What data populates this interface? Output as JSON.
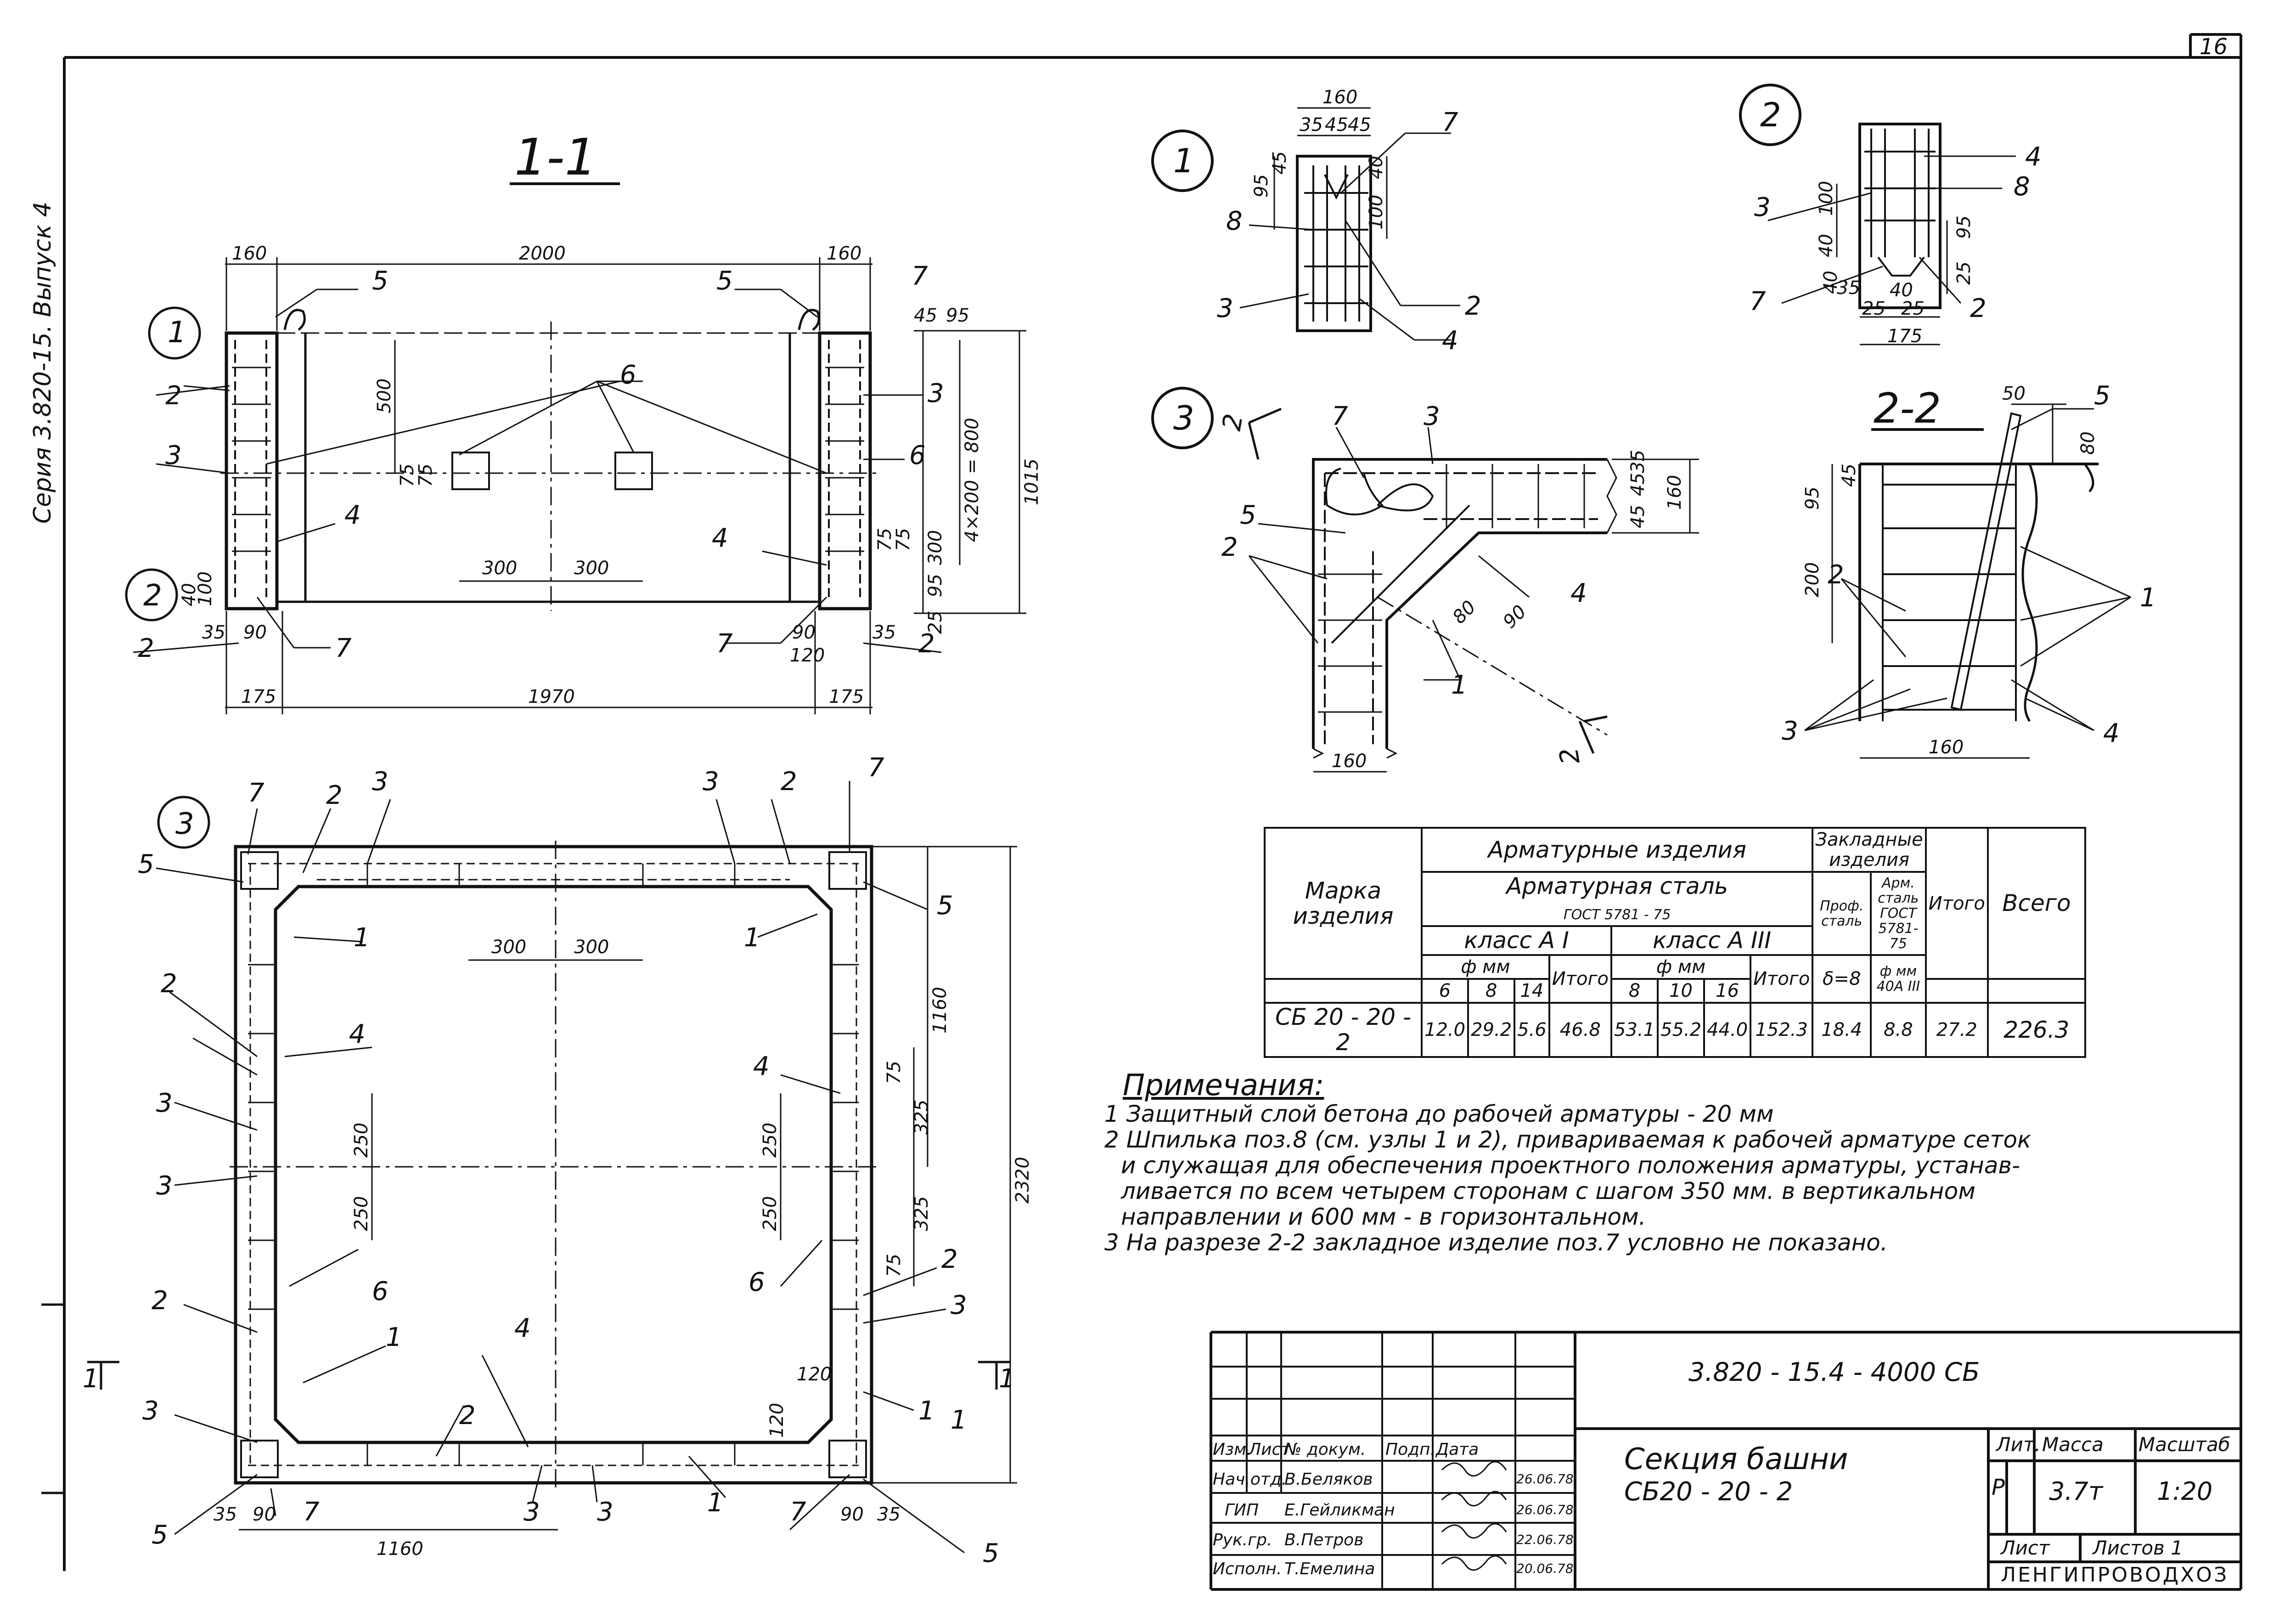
{
  "sheet_number": "16",
  "series_stamp": "Серия 3.820-15. Выпуск 4",
  "section_1_1": {
    "title": "1-1",
    "dims": [
      "160",
      "2000",
      "160",
      "175",
      "1970",
      "175",
      "500",
      "75",
      "75",
      "300",
      "300",
      "45",
      "95",
      "4×200 = 800",
      "1015",
      "75",
      "75",
      "300",
      "95",
      "25",
      "120",
      "90",
      "35",
      "40",
      "100",
      "35",
      "90"
    ],
    "callouts": [
      "1",
      "2",
      "2",
      "3",
      "3",
      "4",
      "4",
      "5",
      "5",
      "6",
      "6",
      "7",
      "7",
      "7",
      "7",
      "2"
    ]
  },
  "plan_3": {
    "label": "3",
    "dims": [
      "300",
      "300",
      "1160",
      "2320",
      "250",
      "250",
      "250",
      "250",
      "325",
      "325",
      "75",
      "75",
      "120",
      "120",
      "1160",
      "35",
      "90",
      "90",
      "35"
    ],
    "callouts": [
      "7",
      "2",
      "3",
      "3",
      "2",
      "7",
      "5",
      "5",
      "1",
      "1",
      "4",
      "4",
      "2",
      "2",
      "3",
      "3",
      "6",
      "6",
      "2",
      "2",
      "3",
      "3",
      "1",
      "1",
      "4",
      "3",
      "3",
      "5",
      "7",
      "7",
      "5",
      "1",
      "1"
    ]
  },
  "node_1": {
    "label": "1",
    "dims": [
      "160",
      "35",
      "45",
      "45",
      "45",
      "95",
      "40",
      "100"
    ],
    "callouts": [
      "7",
      "8",
      "3",
      "2",
      "4"
    ]
  },
  "node_2": {
    "label": "2",
    "dims": [
      "40",
      "100",
      "95",
      "40",
      "35",
      "40",
      "25",
      "25",
      "25",
      "175"
    ],
    "callouts": [
      "4",
      "8",
      "3",
      "7",
      "2"
    ]
  },
  "node_3": {
    "label": "3",
    "dims": [
      "45",
      "45",
      "35",
      "160",
      "80",
      "90",
      "160"
    ],
    "callouts": [
      "7",
      "3",
      "5",
      "2",
      "4",
      "1",
      "2",
      "2"
    ]
  },
  "section_2_2": {
    "title": "2-2",
    "dims": [
      "50",
      "80",
      "45",
      "95",
      "200",
      "160"
    ],
    "callouts": [
      "5",
      "1",
      "2",
      "3",
      "4"
    ]
  },
  "spec_table": {
    "h_mark": "Марка изделия",
    "h_armat": "Арматурные изделия",
    "h_steel": "Арматурная сталь",
    "h_gost": "ГОСТ 5781 - 75",
    "h_embed": "Закладные изделия",
    "h_prof": "Проф. сталь",
    "h_arm_steel": "Арм. сталь ГОСТ 5781-75",
    "h_class_a1": "класс А I",
    "h_class_a3": "класс А III",
    "h_phi": "ф мм",
    "h_phi_40": "ф мм 40А III",
    "h_delta": "δ=8",
    "h_itogo": "Итого",
    "h_vsego": "Всего",
    "diam_a1": [
      "6",
      "8",
      "14"
    ],
    "diam_a3": [
      "8",
      "10",
      "16"
    ],
    "row": {
      "mark": "СБ 20 - 20 - 2",
      "values": [
        "12.0",
        "29.2",
        "5.6",
        "46.8",
        "53.1",
        "55.2",
        "44.0",
        "152.3",
        "18.4",
        "8.8",
        "27.2",
        "226.3"
      ]
    }
  },
  "notes": {
    "heading": "Примечания:",
    "lines": [
      "1 Защитный слой бетона до рабочей арматуры - 20 мм",
      "2 Шпилька поз.8 (см. узлы 1 и 2), привариваемая к рабочей арматуре сеток",
      "и служащая для обеспечения проектного положения арматуры, устанав-",
      "ливается по всем четырем сторонам с шагом 350 мм. в вертикальном",
      "направлении и 600 мм - в горизонтальном.",
      "3 На разрезе 2-2 закладное изделие поз.7 условно не показано."
    ]
  },
  "title_block": {
    "doc_code": "3.820 - 15.4 - 4000 СБ",
    "name_line1": "Секция башни",
    "name_line2": "СБ20 - 20 - 2",
    "col_izm": "Изм.",
    "col_list": "Лист",
    "col_ndoc": "№ докум.",
    "col_podp": "Подп.",
    "col_data": "Дата",
    "lit_label": "Лит.",
    "mass_label": "Масса",
    "scale_label": "Масштаб",
    "lit_value": "Р",
    "mass_value": "3.7т",
    "scale_value": "1:20",
    "sheet_label": "Лист",
    "sheets_label": "Листов 1",
    "org": "ЛЕНГИПРОВОДХОЗ",
    "staff": [
      {
        "role": "Нач.отд.",
        "name": "В.Беляков",
        "date": "26.06.78"
      },
      {
        "role": "ГИП",
        "name": "Е.Гейликман",
        "date": "26.06.78"
      },
      {
        "role": "Рук.гр.",
        "name": "В.Петров",
        "date": "22.06.78"
      },
      {
        "role": "Исполн.",
        "name": "Т.Емелина",
        "date": "20.06.78"
      }
    ]
  }
}
